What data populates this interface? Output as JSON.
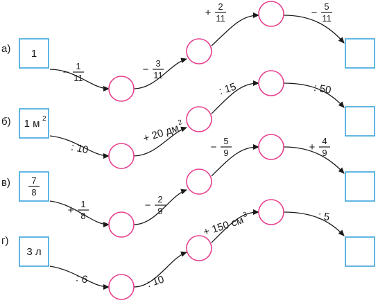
{
  "rows": [
    {
      "label": "а)",
      "start": {
        "main": "1"
      },
      "ops": [
        {
          "sign": "−",
          "num": "1",
          "den": "11"
        },
        {
          "sign": "−",
          "num": "3",
          "den": "11"
        },
        {
          "sign": "+",
          "num": "2",
          "den": "11"
        },
        {
          "sign": "−",
          "num": "5",
          "den": "11"
        }
      ]
    },
    {
      "label": "б)",
      "start": {
        "main": "1 м",
        "sup": "2"
      },
      "ops": [
        {
          "text": ": 10"
        },
        {
          "text": "+ 20 дм",
          "sup": "2"
        },
        {
          "text": ": 15"
        },
        {
          "text": ": 50"
        }
      ]
    },
    {
      "label": "в)",
      "start": {
        "num": "7",
        "den": "8"
      },
      "ops": [
        {
          "sign": "+",
          "num": "1",
          "den": "8"
        },
        {
          "sign": "−",
          "num": "2",
          "den": "9"
        },
        {
          "sign": "−",
          "num": "5",
          "den": "9"
        },
        {
          "sign": "+",
          "num": "4",
          "den": "9"
        }
      ]
    },
    {
      "label": "г)",
      "start": {
        "main": "3 л"
      },
      "ops": [
        {
          "text": ": 6"
        },
        {
          "text": ": 10"
        },
        {
          "text": "+ 150 см",
          "sup": "3"
        },
        {
          "text": ": 5"
        }
      ]
    }
  ],
  "colors": {
    "box": "#3aa4dc",
    "circle": "#e6408e",
    "arrow": "#1a1a1a",
    "text": "#1a1a1a"
  }
}
